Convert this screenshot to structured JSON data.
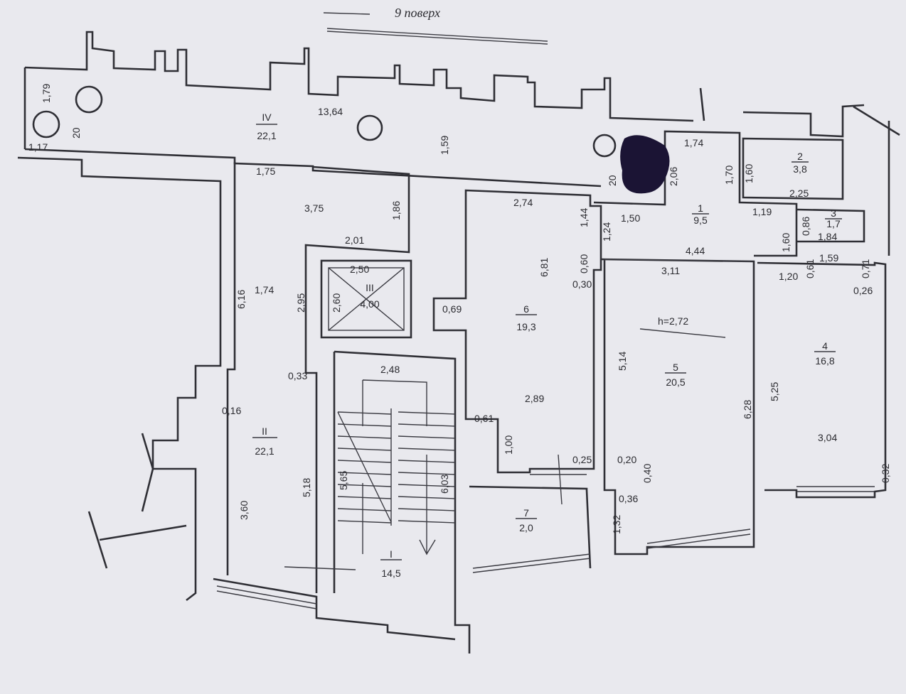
{
  "plan": {
    "floor_title": "9 поверх",
    "ceiling_height": "h=2,72",
    "rooms": [
      {
        "id": "1",
        "area": "9,5"
      },
      {
        "id": "2",
        "area": "3,8"
      },
      {
        "id": "3",
        "area": "1,7"
      },
      {
        "id": "4",
        "area": "16,8"
      },
      {
        "id": "5",
        "area": "20,5"
      },
      {
        "id": "6",
        "area": "19,3"
      },
      {
        "id": "7",
        "area": "2,0"
      },
      {
        "id": "I",
        "area": "14,5"
      },
      {
        "id": "II",
        "area": "22,1"
      },
      {
        "id": "III",
        "area": "4,00"
      },
      {
        "id": "IV",
        "area": "22,1"
      }
    ],
    "dimensions": [
      "1,79",
      "20",
      "1,17",
      "13,64",
      "1,59",
      "1,75",
      "3,75",
      "1,86",
      "6,16",
      "1,74",
      "2,95",
      "2,01",
      "2,50",
      "2,60",
      "0,33",
      "0,16",
      "3,60",
      "5,18",
      "2,48",
      "5,65",
      "6,03",
      "2,74",
      "6,81",
      "0,69",
      "2,89",
      "0,61",
      "1,00",
      "0,25",
      "1,44",
      "1,24",
      "0,60",
      "0,30",
      "1,50",
      "20",
      "2,06",
      "1,74",
      "1,70",
      "1,60",
      "2,25",
      "1,19",
      "0,86",
      "1,84",
      "1,60",
      "4,44",
      "3,11",
      "1,20",
      "0,61",
      "1,59",
      "0,71",
      "0,26",
      "5,14",
      "6,28",
      "5,25",
      "3,04",
      "0,20",
      "0,40",
      "0,36",
      "1,32",
      "0,32"
    ]
  }
}
